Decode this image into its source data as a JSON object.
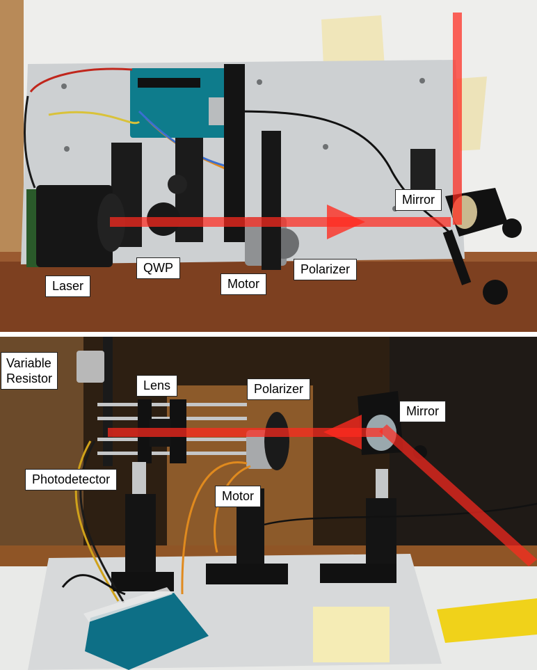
{
  "top_panel": {
    "labels": {
      "laser": "Laser",
      "qwp": "QWP",
      "motor": "Motor",
      "polarizer": "Polarizer",
      "mirror": "Mirror"
    }
  },
  "bottom_panel": {
    "labels": {
      "variable_resistor": "Variable\nResistor",
      "lens": "Lens",
      "polarizer": "Polarizer",
      "mirror": "Mirror",
      "photodetector": "Photodetector",
      "motor": "Motor"
    }
  },
  "colors": {
    "beam": "#ff2a1f",
    "wall": "#eeeeec",
    "plate": "#d5d7d8",
    "wood": "#8a4a22",
    "hardware": "#151515"
  }
}
